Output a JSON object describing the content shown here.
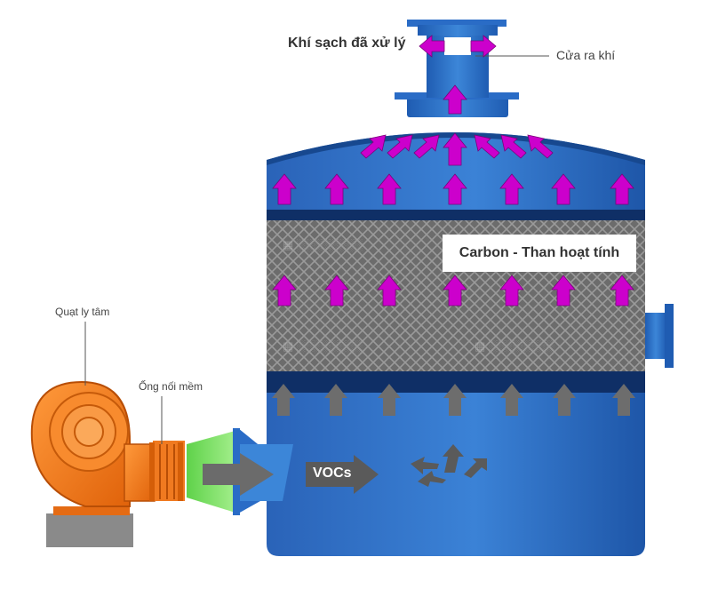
{
  "labels": {
    "clean_gas": "Khí sạch đã xử lý",
    "gas_outlet": "Cửa ra khí",
    "carbon": "Carbon - Than hoạt tính",
    "fan": "Quạt ly tâm",
    "flex_hose": "Ống nối mềm",
    "vocs": "VOCs"
  },
  "colors": {
    "tank_blue": "#2f6fc4",
    "tank_dark": "#1c4f9e",
    "purple_arrow": "#cc00cc",
    "grey_arrow": "#5a5a5a",
    "fan_orange": "#f27a1a",
    "green_duct": "#7ee06a",
    "carbon_bg": "#7a7a7a"
  }
}
